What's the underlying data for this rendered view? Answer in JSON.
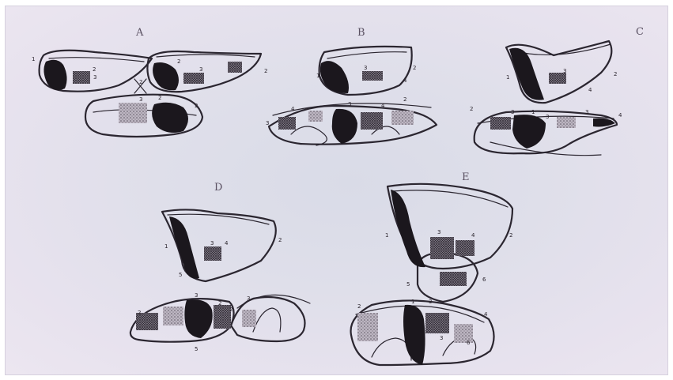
{
  "panels": [
    {
      "id": "A",
      "label": "A"
    },
    {
      "id": "B",
      "label": "B"
    },
    {
      "id": "C",
      "label": "C"
    },
    {
      "id": "D",
      "label": "D"
    },
    {
      "id": "E",
      "label": "E"
    }
  ],
  "numerals": {
    "a1": "1",
    "a2": "2",
    "a3": "3",
    "a4": "2",
    "a5": "2",
    "a6": "3",
    "a7": "2",
    "a8": "3",
    "a9": "2",
    "a10": "2",
    "b1": "1",
    "b2": "3",
    "b3": "2",
    "b4": "4",
    "b5": "4",
    "b6": "3",
    "b7": "3",
    "b8": "4",
    "b9": "2",
    "c1": "1",
    "c2": "3",
    "c3": "2",
    "c4": "4",
    "c5": "2",
    "c6": "3",
    "c7": "1",
    "c8": "3",
    "c9": "3",
    "c10": "4",
    "d1": "1",
    "d2": "3",
    "d3": "4",
    "d4": "2",
    "d5": "5",
    "d6": "2",
    "d7": "3",
    "d8": "2",
    "d9": "2",
    "d10": "3",
    "d11": "5",
    "e1": "1",
    "e2": "3",
    "e3": "4",
    "e4": "2",
    "e5": "5",
    "e6": "6",
    "e7": "2",
    "e8": "1",
    "e9": "3",
    "e10": "4",
    "e11": "3",
    "e12": "6"
  },
  "colors": {
    "background": "#dfdfea",
    "ink": "#1b171d",
    "label": "#5a5162"
  }
}
